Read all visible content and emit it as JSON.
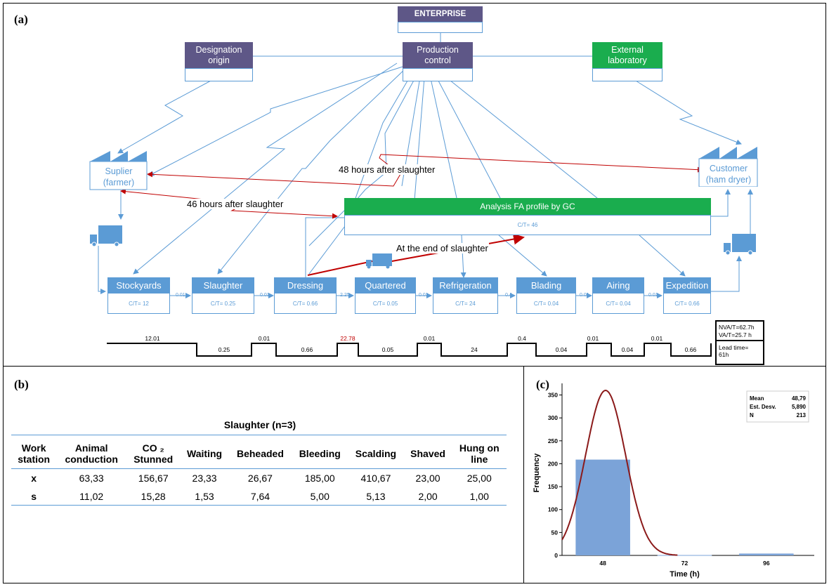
{
  "panels": {
    "a": "(a)",
    "b": "(b)",
    "c": "(c)"
  },
  "top_boxes": {
    "enterprise": "ENTERPRISE",
    "designation": "Designation\norigin",
    "production": "Production\ncontrol",
    "laboratory": "External\nlaboratory"
  },
  "supplier": "Suplier\n(farmer)",
  "customer": "Customer\n(ham dryer)",
  "analysis": {
    "title": "Analysis FA profile by GC",
    "ct": "C/T= 46"
  },
  "processes": [
    {
      "name": "Stockyards",
      "ct": "C/T= 12"
    },
    {
      "name": "Slaughter",
      "ct": "C/T= 0.25"
    },
    {
      "name": "Dressing",
      "ct": "C/T= 0.66"
    },
    {
      "name": "Quartered",
      "ct": "C/T= 0.05"
    },
    {
      "name": "Refrigeration",
      "ct": "C/T= 24"
    },
    {
      "name": "Blading",
      "ct": "C/T= 0.04"
    },
    {
      "name": "Airing",
      "ct": "C/T= 0.04"
    },
    {
      "name": "Expedition",
      "ct": "C/T= 0.66"
    }
  ],
  "between": [
    "0.01",
    "0.01",
    "2.25",
    "0.01",
    "0.4",
    "0.01",
    "0.01"
  ],
  "annotations": {
    "a48": "48 hours after slaughter",
    "a46": "46 hours after slaughter",
    "aend": "At the end of slaughter"
  },
  "timeline_upper": [
    "12.01",
    "0.01",
    "22.78",
    "0.01",
    "0.4",
    "0.01",
    "0.01"
  ],
  "timeline_lower": [
    "0.25",
    "0.66",
    "0.05",
    "24",
    "0.04",
    "0.04",
    "0.66"
  ],
  "summary": {
    "nva": "NVA/T=62.7h",
    "va": "VA/T=25.7 h",
    "lead": "Lead time=\n61h"
  },
  "table": {
    "title": "Slaughter (n=3)",
    "headers": [
      "Work\nstation",
      "Animal\nconduction",
      "CO ₂\nStunned",
      "Waiting",
      "Beheaded",
      "Bleeding",
      "Scalding",
      "Shaved",
      "Hung on\nline"
    ],
    "rows": [
      [
        "x",
        "63,33",
        "156,67",
        "23,33",
        "26,67",
        "185,00",
        "410,67",
        "23,00",
        "25,00"
      ],
      [
        "s",
        "11,02",
        "15,28",
        "1,53",
        "7,64",
        "5,00",
        "5,13",
        "2,00",
        "1,00"
      ]
    ]
  },
  "chart_data": {
    "type": "bar",
    "title": "",
    "xlabel": "Time (h)",
    "ylabel": "Frequency",
    "categories": [
      "48",
      "72",
      "96"
    ],
    "values": [
      209,
      0,
      4
    ],
    "ylim": [
      0,
      360
    ],
    "yticks": [
      0,
      50,
      100,
      150,
      200,
      250,
      300,
      350
    ],
    "normal_fit": {
      "mean": 48.79,
      "sd": 5.89,
      "n": 213
    },
    "stats": [
      {
        "label": "Mean",
        "value": "48,79"
      },
      {
        "label": "Est. Desv.",
        "value": "5,890"
      },
      {
        "label": "N",
        "value": "213"
      }
    ],
    "colors": {
      "bar": "#7ba3d8",
      "curve": "#8b1a1a"
    }
  },
  "colors": {
    "purple": "#5e5787",
    "green": "#1aad4e",
    "blue": "#5b9bd5",
    "red": "#c00000"
  }
}
